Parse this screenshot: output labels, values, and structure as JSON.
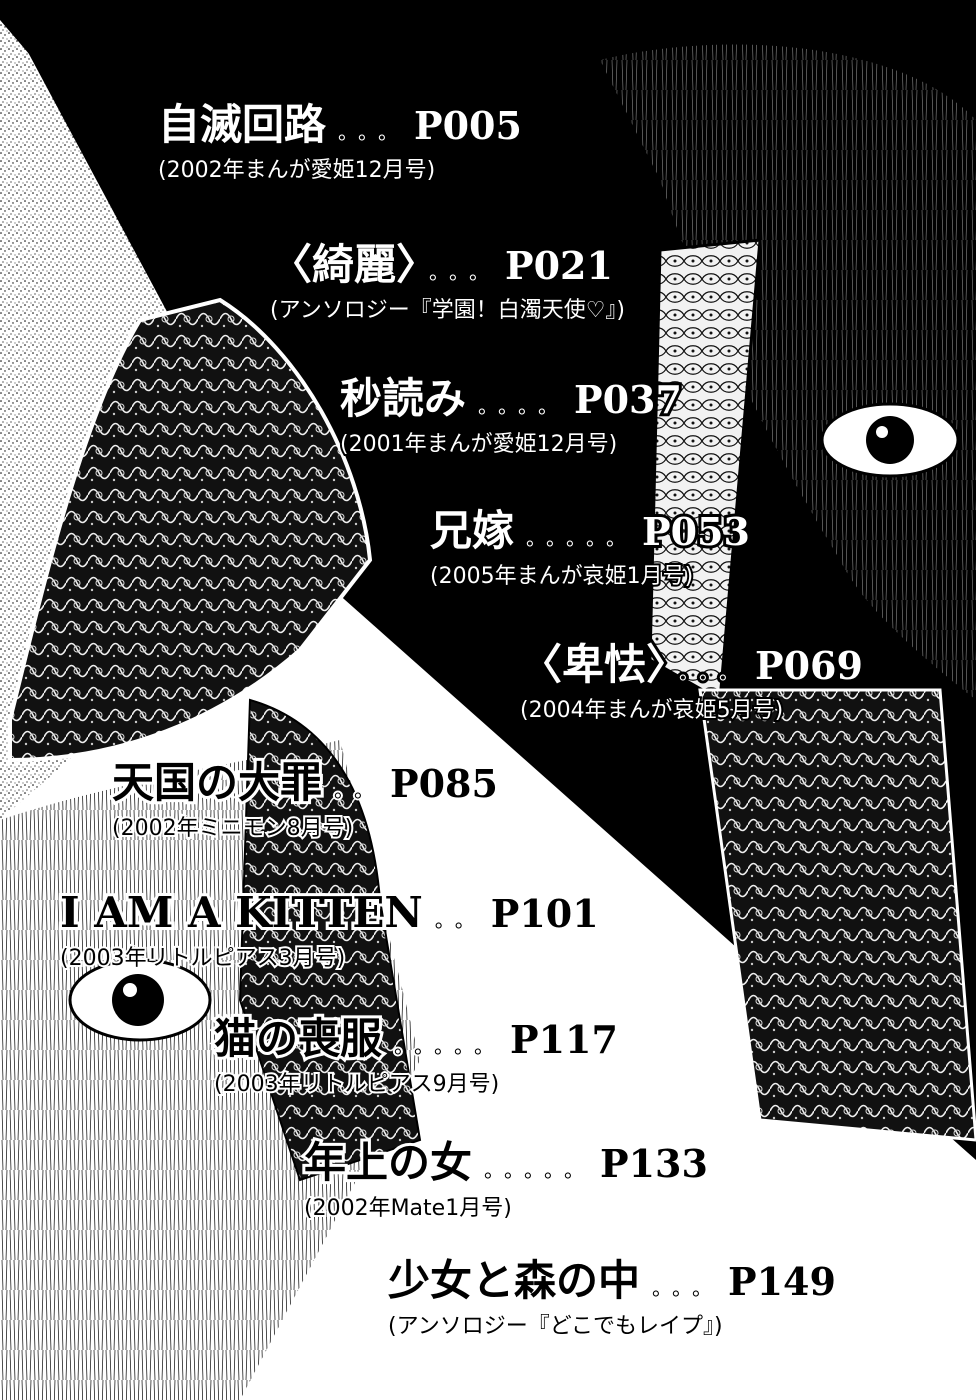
{
  "toc": [
    {
      "title": "自滅回路",
      "dots": "。。。",
      "page": "P005",
      "source": "(2002年まんが愛姫12月号)"
    },
    {
      "title": "〈綺麗〉",
      "dots": "。。。",
      "page": "P021",
      "source": "(アンソロジー『学園！白濁天使♡』)"
    },
    {
      "title": "秒読み",
      "dots": "。。。。",
      "page": "P037",
      "source": "(2001年まんが愛姫12月号)"
    },
    {
      "title": "兄嫁",
      "dots": "。。。。。",
      "page": "P053",
      "source": "(2005年まんが哀姫1月号)"
    },
    {
      "title": "〈卑怯〉",
      "dots": "。。。",
      "page": "P069",
      "source": "(2004年まんが哀姫5月号)"
    },
    {
      "title": "天国の大罪",
      "dots": "。。",
      "page": "P085",
      "source": "(2002年ミニモン8月号)"
    },
    {
      "title": "I AM A KITTEN",
      "dots": "。。",
      "page": "P101",
      "source": "(2003年リトルピアス3月号)"
    },
    {
      "title": "猫の喪服",
      "dots": "。。。。。",
      "page": "P117",
      "source": "(2003年リトルピアス9月号)"
    },
    {
      "title": "年上の女",
      "dots": "。。。。。",
      "page": "P133",
      "source": "(2002年Mate1月号)"
    },
    {
      "title": "少女と森の中",
      "dots": "。。。",
      "page": "P149",
      "source": "(アンソロジー『どこでもレイプ』)"
    }
  ],
  "colors": {
    "ink": "#000000",
    "paper": "#ffffff"
  }
}
